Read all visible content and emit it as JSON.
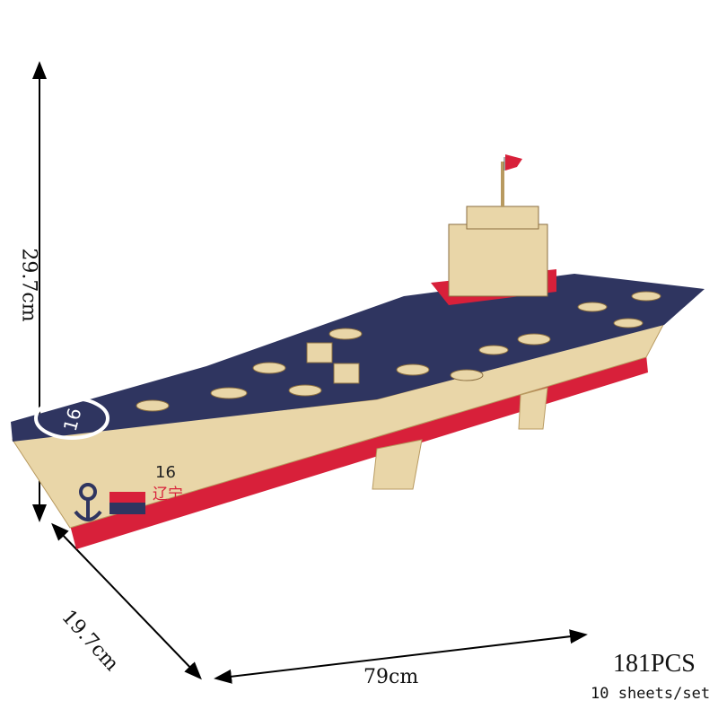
{
  "dimensions": {
    "height": "29.7cm",
    "depth": "19.7cm",
    "width": "79cm"
  },
  "info": {
    "pieces": "181PCS",
    "sheets": "10 sheets/set"
  },
  "ship": {
    "hull_number": "16",
    "deck_number": "16",
    "name": "辽宁"
  },
  "colors": {
    "deck": "#2f3560",
    "hull_red": "#d8203a",
    "wood": "#e9d6a8"
  }
}
